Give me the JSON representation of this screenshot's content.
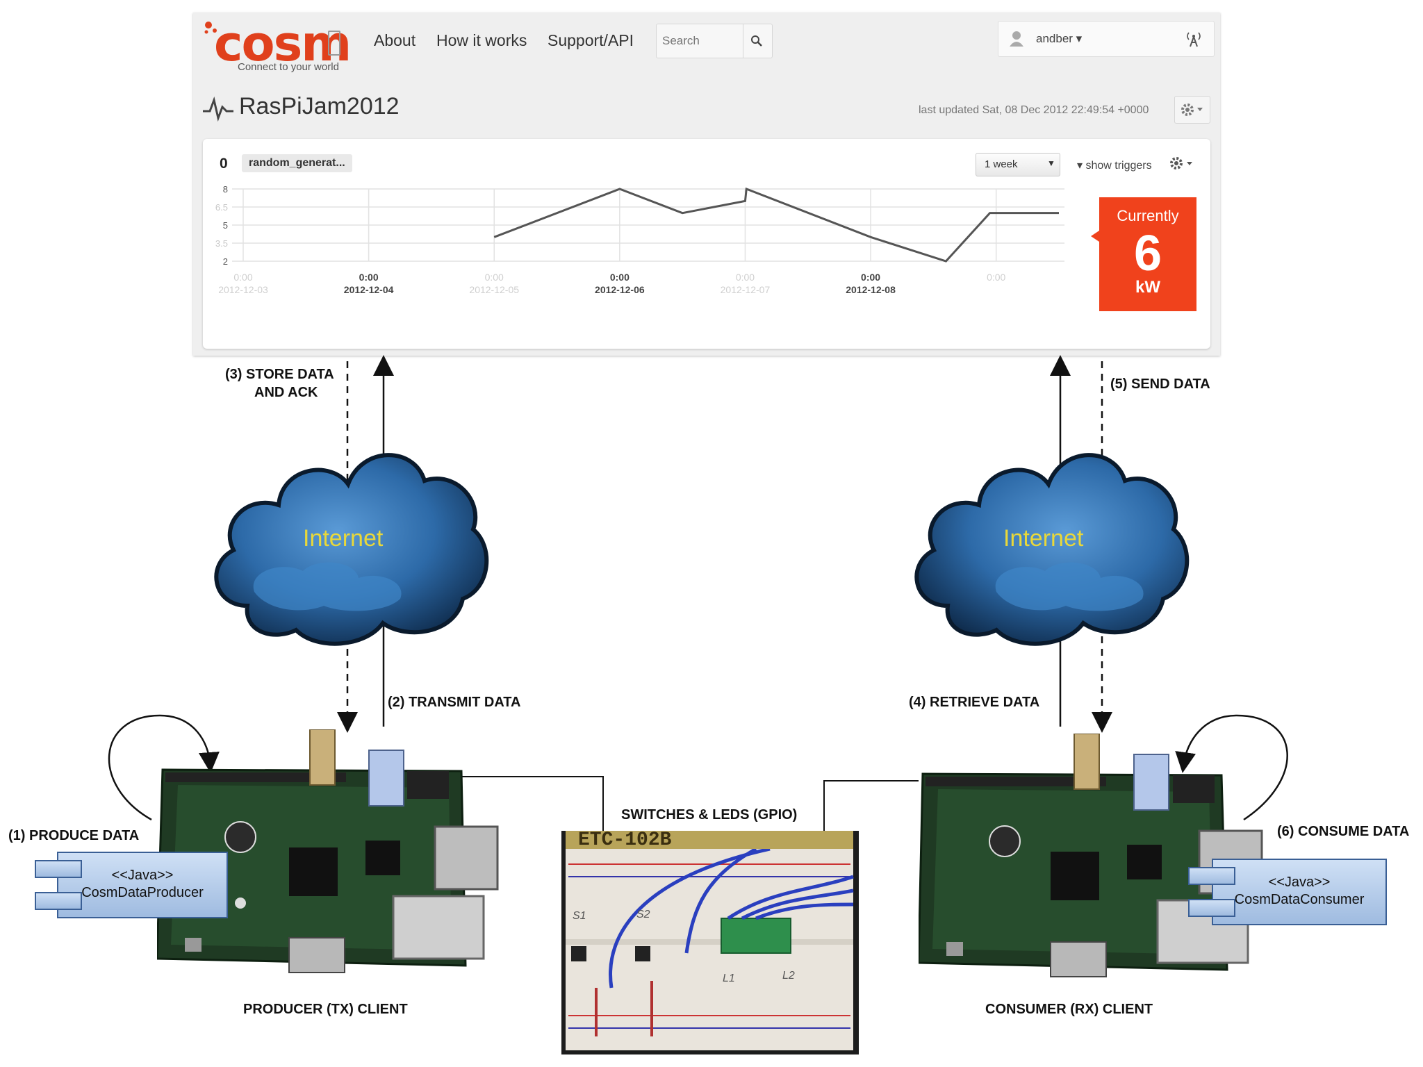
{
  "header": {
    "logo_text": "cosm",
    "tagline": "Connect to your world",
    "nav": [
      "About",
      "How it works",
      "Support/API"
    ],
    "search_placeholder": "Search",
    "username": "andber ▾"
  },
  "feed": {
    "title": "RasPiJam2012",
    "last_updated": "last updated Sat, 08 Dec 2012 22:49:54 +0000"
  },
  "datastream": {
    "id": "0",
    "tag": "random_generat...",
    "range": "1 week",
    "triggers_label": "▾ show triggers",
    "current_label": "Currently",
    "current_value": "6",
    "unit": "kW"
  },
  "chart_data": {
    "type": "line",
    "y_ticks": [
      "8",
      "6.5",
      "5",
      "3.5",
      "2"
    ],
    "ylim": [
      2,
      8
    ],
    "x_ticks": [
      {
        "time": "0:00",
        "date": "2012-12-03",
        "faded": true
      },
      {
        "time": "0:00",
        "date": "2012-12-04",
        "faded": false
      },
      {
        "time": "0:00",
        "date": "2012-12-05",
        "faded": true
      },
      {
        "time": "0:00",
        "date": "2012-12-06",
        "faded": false
      },
      {
        "time": "0:00",
        "date": "2012-12-07",
        "faded": true
      },
      {
        "time": "0:00",
        "date": "2012-12-08",
        "faded": false
      },
      {
        "time": "0:00",
        "date": "",
        "faded": true
      }
    ],
    "series": [
      {
        "x": [
          2.0,
          3.0,
          3.5,
          4.0,
          4.01,
          5.0,
          5.6,
          5.95,
          6.5
        ],
        "y": [
          4.0,
          8.0,
          6.0,
          7.0,
          8.0,
          4.0,
          2.0,
          6.0,
          6.0
        ]
      }
    ]
  },
  "diagram": {
    "store_label_1": "(3) STORE DATA",
    "store_label_2": "AND ACK",
    "send_label": "(5) SEND DATA",
    "transmit_label": "(2) TRANSMIT DATA",
    "retrieve_label": "(4) RETRIEVE DATA",
    "produce_label": "(1) PRODUCE DATA",
    "consume_label": "(6) CONSUME DATA",
    "gpio_label": "SWITCHES & LEDS (GPIO)",
    "producer_client": "PRODUCER (TX) CLIENT",
    "consumer_client": "CONSUMER (RX) CLIENT",
    "cloud_label": "Internet",
    "stereotype": "<<Java>>",
    "producer_class": "CosmDataProducer",
    "consumer_class": "CosmDataConsumer",
    "breadboard_print": "ETC-102B",
    "switch_1": "S1",
    "switch_2": "S2",
    "led_1": "L1",
    "led_2": "L2"
  }
}
